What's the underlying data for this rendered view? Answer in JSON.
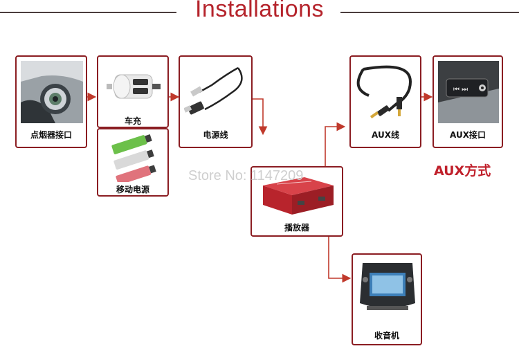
{
  "header": {
    "title": "Installations"
  },
  "boxes": {
    "cigarette_socket": "点烟器接口",
    "car_charger": "车充",
    "power_bank": "移动电源",
    "power_cable": "电源线",
    "player": "播放器",
    "aux_cable": "AUX线",
    "aux_port": "AUX接口",
    "radio": "收音机"
  },
  "aux_method": "AUX方式",
  "watermark": "Store No: 1147209",
  "colors": {
    "accent": "#b5242c",
    "border": "#8b1d22",
    "arrow": "#c0392b"
  }
}
